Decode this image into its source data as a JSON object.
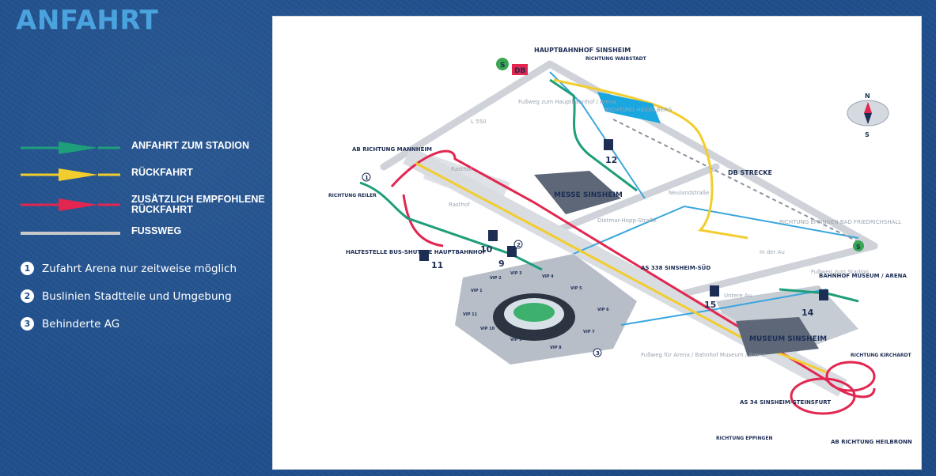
{
  "page": {
    "title": "ANFAHRT"
  },
  "legend": {
    "items": [
      {
        "label": "ANFAHRT ZUM STADION",
        "color": "#1e9e7a"
      },
      {
        "label": "RÜCKFAHRT",
        "color": "#f2cd2e"
      },
      {
        "label": "ZUSÄTZLICH EMPFOHLENE RÜCKFAHRT",
        "color": "#e2264f"
      },
      {
        "label": "FUSSWEG",
        "color": "#c9c9c9"
      }
    ]
  },
  "notes": [
    {
      "num": "1",
      "text": "Zufahrt Arena nur zeitweise möglich"
    },
    {
      "num": "2",
      "text": "Buslinien Stadtteile und Umgebung"
    },
    {
      "num": "3",
      "text": "Behinderte AG"
    }
  ],
  "map": {
    "compass": {
      "n": "N",
      "s": "S"
    },
    "labels": {
      "hbf": "HAUPTBAHNHOF SINSHEIM",
      "db": "DB",
      "s": "S",
      "richtung_waibstadt": "RICHTUNG WAIBSTADT",
      "richtung_heidelberg": "RICHTUNG HEIDELBERG",
      "db_strecke": "DB STRECKE",
      "messe": "MESSE SINSHEIM",
      "ab_mannheim": "AB RICHTUNG MANNHEIM",
      "richtung_reiler": "RICHTUNG REILER",
      "haltestelle": "HALTESTELLE BUS-SHUTTLE HAUPTBAHNHOF",
      "as338": "AS 338 SINSHEIM-SÜD",
      "bahnhof": "BAHNHOF MUSEUM / ARENA",
      "museum": "MUSEUM SINSHEIM",
      "as34": "AS 34 SINSHEIM-STEINSFURT",
      "ab_heilbronn": "AB RICHTUNG HEILBRONN",
      "richtung_eppingen": "RICHTUNG EPPINGEN",
      "richtung_kirchardt": "RICHTUNG KIRCHARDT",
      "richtung_eppingen_bf": "RICHTUNG EPPINGEN BAD FRIEDRICHSHALL",
      "l550": "L 550",
      "rasthof": "Rasthof",
      "dhs": "Dietmar-Hopp-Straße",
      "neulandstrasse": "Neulandstraße",
      "in_der_au": "In der Au",
      "untere_au": "Untere Au",
      "fussweg_stadion": "Fußweg zum Stadion",
      "fussweg_hbf": "Fußweg zum Hauptbahnhof / Arena",
      "fussweg_arena": "Fußweg für Arena / Bahnhof Museum / Arena"
    },
    "parking": [
      {
        "id": "P12",
        "num": "12"
      },
      {
        "id": "P10",
        "num": "10"
      },
      {
        "id": "P9",
        "num": "9"
      },
      {
        "id": "P11",
        "num": "11"
      },
      {
        "id": "P15",
        "num": "15"
      },
      {
        "id": "P14",
        "num": "14"
      }
    ],
    "vip": [
      "VIP 1",
      "VIP 2",
      "VIP 3",
      "VIP 4",
      "VIP 5",
      "VIP 6",
      "VIP 7",
      "VIP 8",
      "VIP 9",
      "VIP 10",
      "VIP 11"
    ],
    "markers": {
      "one": "1",
      "two": "2",
      "three": "3"
    }
  }
}
